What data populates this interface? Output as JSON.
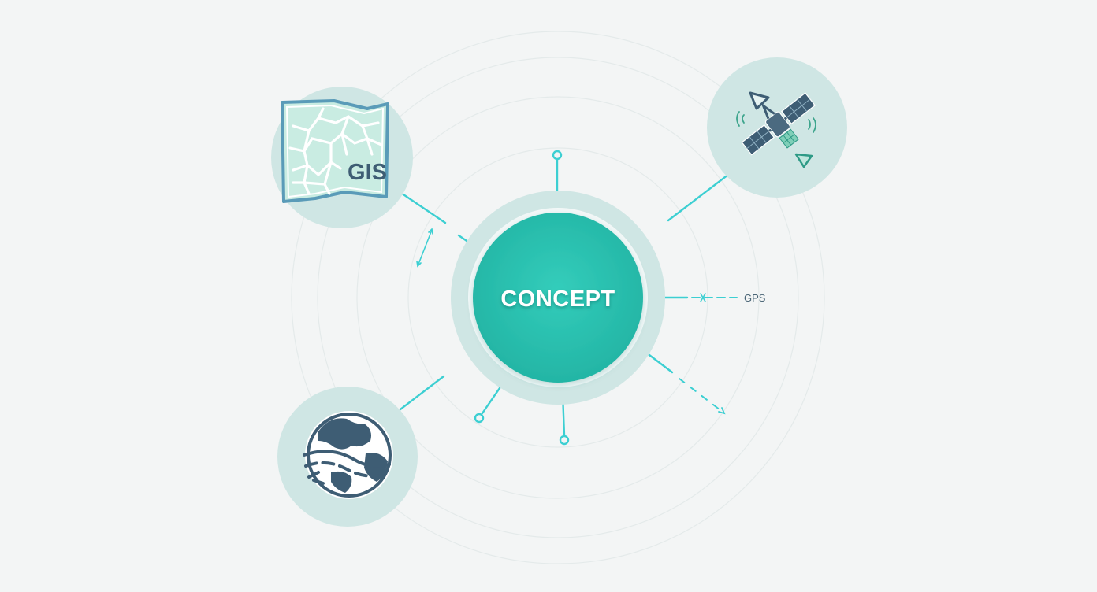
{
  "diagram": {
    "center_label": "CONCEPT",
    "map_node_label": "GIS",
    "right_connector_label": "GPS",
    "nodes": {
      "map": {
        "icon": "map-icon"
      },
      "satellite": {
        "icon": "satellite-icon"
      },
      "globe": {
        "icon": "globe-icon"
      }
    },
    "colors": {
      "background": "#f3f5f5",
      "accent": "#2ec4b6",
      "accent_dark": "#25b3a4",
      "node_fill": "#cfe6e4",
      "icon_color": "#3e5d74",
      "line": "#3ccfd2"
    }
  }
}
